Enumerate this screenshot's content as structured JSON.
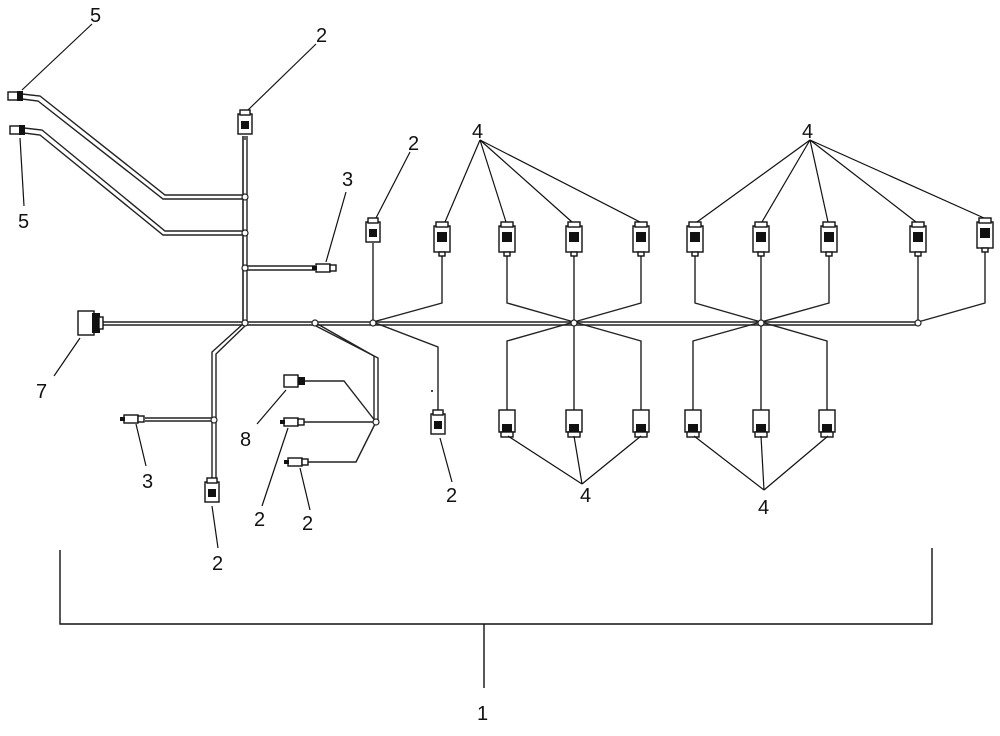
{
  "diagram": {
    "callouts": {
      "harness": "1",
      "connector_2": "2",
      "connector_3": "3",
      "connector_4": "4",
      "connector_5": "5",
      "connector_7": "7",
      "connector_8": "8"
    }
  }
}
